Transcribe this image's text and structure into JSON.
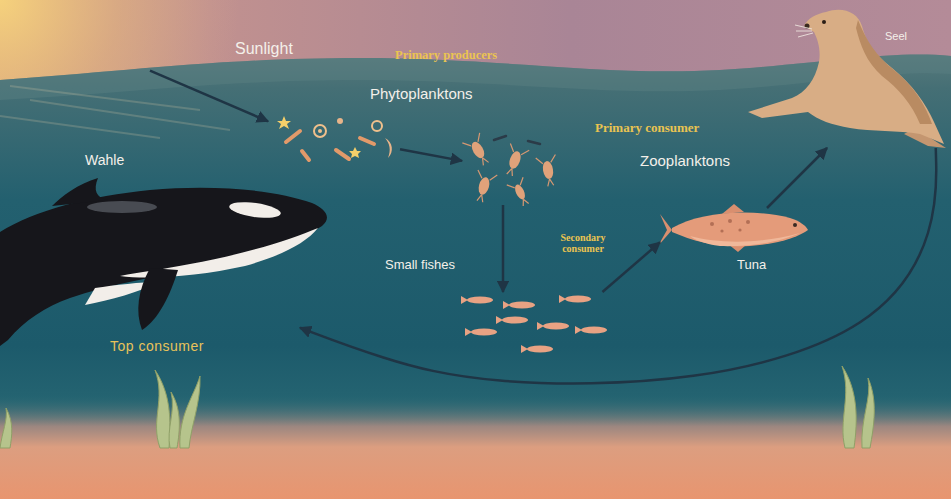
{
  "diagram": {
    "nodes": [
      {
        "text": [
          "Sunlight"
        ]
      },
      {
        "text": [
          "Phytoplanktons"
        ]
      },
      {
        "text": [
          "Zooplanktons"
        ]
      },
      {
        "text": [
          "Small fishes"
        ]
      },
      {
        "text": [
          "Tuna"
        ]
      },
      {
        "text": [
          "Seel"
        ]
      },
      {
        "text": [
          "Wahle"
        ]
      }
    ],
    "edges": [
      {
        "from": 0,
        "to": 1,
        "arrow": "to"
      },
      {
        "from": 1,
        "to": 2,
        "arrow": "to"
      },
      {
        "from": 2,
        "to": 3,
        "arrow": "to"
      },
      {
        "from": 3,
        "to": 4,
        "arrow": "to"
      },
      {
        "from": 4,
        "to": 5,
        "arrow": "to"
      },
      {
        "from": 5,
        "to": 6,
        "arrow": "to"
      }
    ],
    "labels": [
      "Primary producers",
      "Primary consumer",
      "Secondary consumer",
      "Top consumer"
    ]
  }
}
